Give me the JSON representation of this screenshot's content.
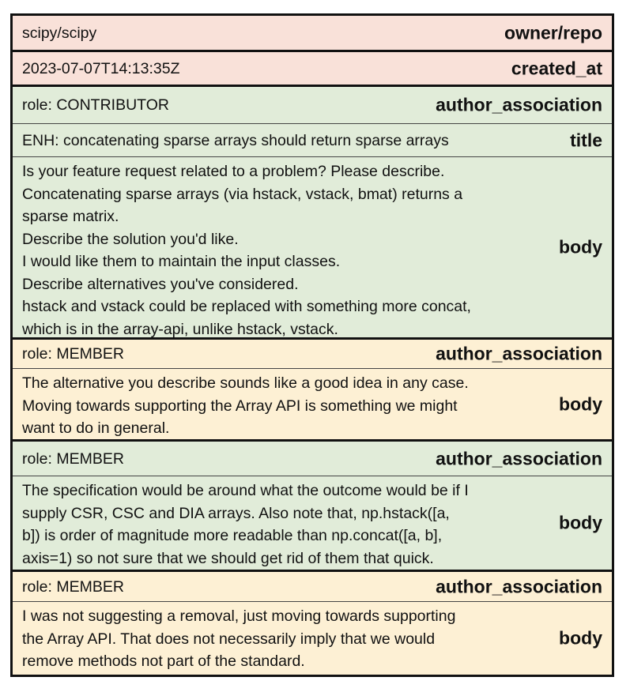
{
  "sections": {
    "repo": {
      "value": "scipy/scipy",
      "label": "owner/repo",
      "color": "#f9e1d9"
    },
    "created": {
      "value": "2023-07-07T14:13:35Z",
      "label": "created_at",
      "color": "#f9e1d9"
    },
    "issue_role": {
      "value": "role: CONTRIBUTOR",
      "label": "author_association",
      "color": "#e1ecd9"
    },
    "issue_title": {
      "value": "ENH: concatenating sparse arrays should return sparse arrays",
      "label": "title",
      "color": "#e1ecd9"
    },
    "issue_body": {
      "value": "Is your feature request related to a problem? Please describe.\nConcatenating sparse arrays (via hstack, vstack, bmat) returns a\nsparse matrix.\nDescribe the solution you'd like.\nI would like them to maintain the input classes.\nDescribe alternatives you've considered.\nhstack and vstack could be replaced with something more concat,\nwhich is in the array-api, unlike hstack, vstack.",
      "label": "body",
      "color": "#e1ecd9"
    },
    "c1_role": {
      "value": "role: MEMBER",
      "label": "author_association",
      "color": "#fdf0d4"
    },
    "c1_body": {
      "value": "The alternative you describe sounds like a good idea in any case.\nMoving towards supporting the Array API is something we might\nwant to do in general.",
      "label": "body",
      "color": "#fdf0d4"
    },
    "c2_role": {
      "value": "role: MEMBER",
      "label": "author_association",
      "color": "#e1ecd9"
    },
    "c2_body": {
      "value": "The specification would be around what the outcome would be if I\nsupply CSR, CSC and DIA arrays. Also note that, np.hstack([a,\nb]) is order of magnitude more readable than np.concat([a, b],\naxis=1) so not sure that we should get rid of them that quick.",
      "label": "body",
      "color": "#e1ecd9"
    },
    "c3_role": {
      "value": "role: MEMBER",
      "label": "author_association",
      "color": "#fdf0d4"
    },
    "c3_body": {
      "value": "I was not suggesting a removal, just moving towards supporting\nthe Array API. That does not necessarily imply that we would\nremove methods not part of the standard.",
      "label": "body",
      "color": "#fdf0d4"
    }
  }
}
